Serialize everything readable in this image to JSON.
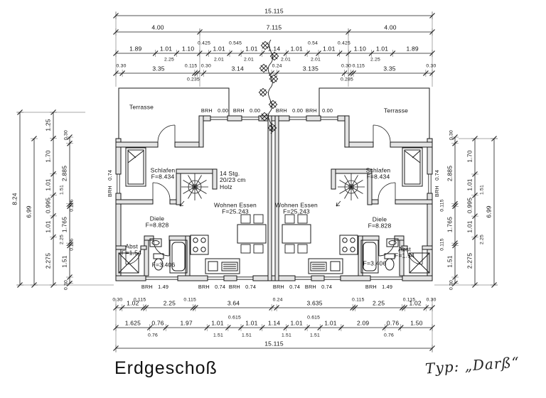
{
  "meta": {
    "title": "Erdgeschoß",
    "note": "Typ: „Darß“"
  },
  "rooms": {
    "left": {
      "terrasse": "Terrasse",
      "schlafen": [
        "Schlafen",
        "F=8.434"
      ],
      "diele": [
        "Diele",
        "F=8.828"
      ],
      "wohnen": [
        "Wohnen Essen",
        "F=25.243"
      ],
      "abst": [
        "Abst",
        "F=1.54"
      ],
      "bad": "F=3.406",
      "stair_note": [
        "14 Stg.",
        "20/23 cm",
        "Holz"
      ]
    },
    "right": {
      "terrasse": "Terrasse",
      "schlafen": [
        "Schlafen",
        "F=8.434"
      ],
      "diele": [
        "Diele",
        "F=8.828"
      ],
      "wohnen": [
        "Wohnen Essen",
        "F=25.243"
      ],
      "abst": [
        "Abst",
        "F=1.54"
      ],
      "bad": "F=3.406"
    }
  },
  "brh": {
    "top": [
      "BRH 0.00",
      "BRH 0.00",
      "BRH 0.00",
      "BRH 0.00"
    ],
    "side_left": "BRH 0.74",
    "side_right": "BRH 0.74",
    "bottom": [
      "BRH 1.49",
      "BRH 0.74",
      "BRH 0.74",
      "BRH 0.74",
      "BRH 0.74",
      "BRH 1.49"
    ]
  },
  "dims": {
    "top_total": "15.115",
    "top_row2": [
      "4.00",
      "7.115",
      "4.00"
    ],
    "top_row3": [
      "1.89",
      "1.01",
      "1.10",
      "0.425",
      "1.01",
      "0.545",
      "1.01",
      "1.14",
      "1.01",
      "0.54",
      "1.01",
      "0.425",
      "1.10",
      "1.01",
      "1.89"
    ],
    "top_row3_sub": [
      "2.25",
      "2.01",
      "2.01",
      "2.01",
      "2.01",
      "2.25"
    ],
    "top_row4": [
      "0.30",
      "3.35",
      "0.115",
      "0.30",
      "3.14",
      "0.24",
      "3.135",
      "0.30",
      "0.115",
      "3.35",
      "0.30"
    ],
    "top_row4_sub": [
      "0.235",
      "0.285"
    ],
    "bottom_row1": [
      "0.30",
      "1.02",
      "0.115",
      "2.25",
      "0.115",
      "3.64",
      "0.24",
      "3.635",
      "0.115",
      "2.25",
      "0.115",
      "1.02",
      "0.30"
    ],
    "bottom_row2": [
      "1.625",
      "0.76",
      "1.97",
      "1.01",
      "0.615",
      "1.01",
      "1.14",
      "1.01",
      "0.615",
      "1.01",
      "2.09",
      "0.76",
      "1.50"
    ],
    "bottom_row2_sub": [
      "0.76",
      "1.51",
      "1.51",
      "1.51",
      "1.51",
      "0.76"
    ],
    "bottom_total": "15.115",
    "left_out": "8.24",
    "left_mid": "6.99",
    "left_chain": [
      "1.25",
      "1.70",
      "1.01",
      "0.995",
      "1.01",
      "2.275"
    ],
    "left_chain_sub": [
      "1.51",
      "2.25"
    ],
    "left_inner": [
      "0.30",
      "2.885",
      "0.115",
      "1.765",
      "0.115",
      "1.51",
      "0.30"
    ],
    "right_inner": [
      "0.30",
      "2.885",
      "0.115",
      "1.765",
      "0.115",
      "1.51",
      "0.30"
    ],
    "right_chain": [
      "1.70",
      "1.01",
      "0.995",
      "1.01",
      "2.275"
    ],
    "right_chain_sub": [
      "1.51",
      "2.25"
    ],
    "right_out": "6.99"
  }
}
